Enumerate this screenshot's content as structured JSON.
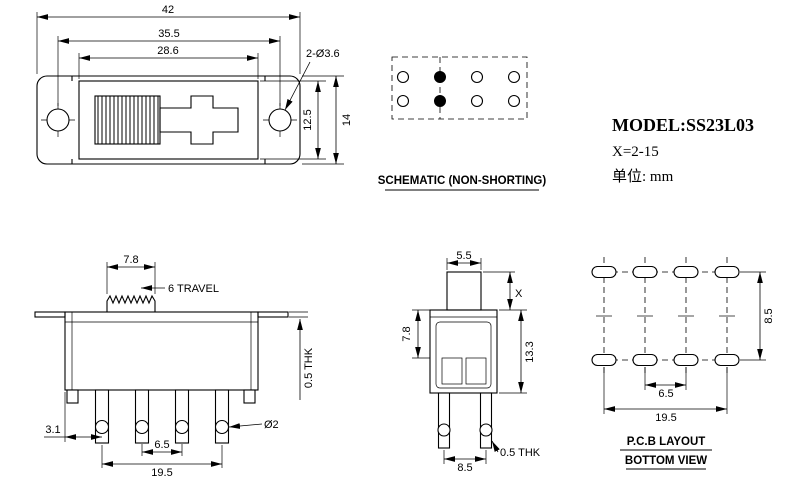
{
  "meta": {
    "background": "#ffffff",
    "line_color": "#000000"
  },
  "title_block": {
    "model": "MODEL:SS23L03",
    "x_spec": "X=2-15",
    "unit": "单位: mm"
  },
  "top_view": {
    "dims": {
      "overall_width": "42",
      "hole_pitch": "35.5",
      "body_width": "28.6",
      "mounting_holes": "2-Ø3.6",
      "body_height": "12.5",
      "overall_height": "14"
    }
  },
  "schematic": {
    "caption": "SCHEMATIC (NON-SHORTING)",
    "contacts": {
      "rows": 2,
      "columns": 4,
      "filled_column": 2
    }
  },
  "front_view": {
    "dims": {
      "knob_width": "7.8",
      "travel": "6 TRAVEL",
      "bracket_thickness": "0.5 THK",
      "pin_offset": "3.1",
      "pin_pitch": "6.5",
      "pin_span": "19.5",
      "pin_hole": "Ø2"
    }
  },
  "side_view": {
    "dims": {
      "knob_width": "5.5",
      "knob_height": "X",
      "body_depth": "7.8",
      "body_height": "13.3",
      "row_pitch": "8.5",
      "pin_thickness": "0.5 THK"
    }
  },
  "pcb_view": {
    "caption_line1": "P.C.B LAYOUT",
    "caption_line2": "BOTTOM VIEW",
    "dims": {
      "row_pitch": "8.5",
      "col_pitch": "6.5",
      "span": "19.5"
    },
    "pads": {
      "rows": 2,
      "columns": 4
    }
  }
}
